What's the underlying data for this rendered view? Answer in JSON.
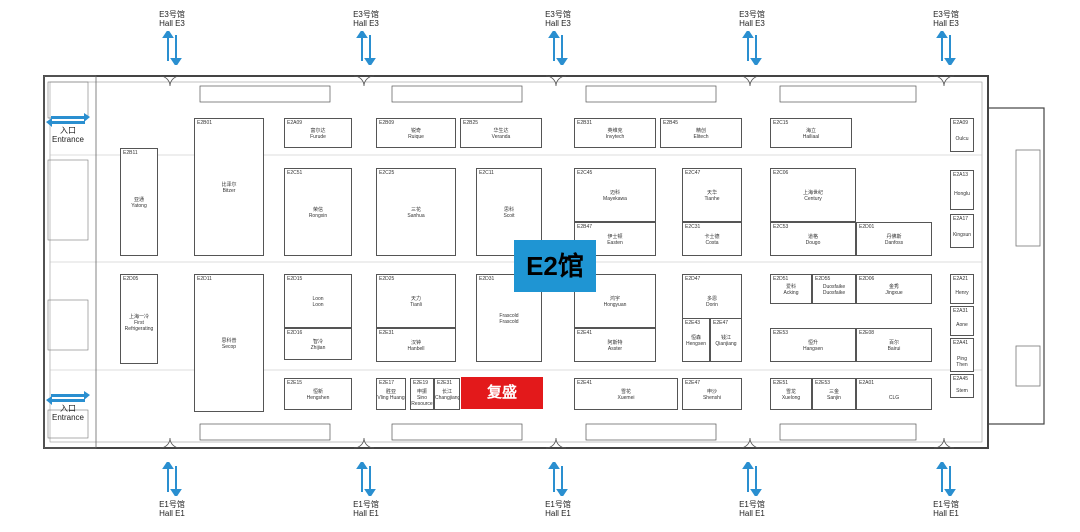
{
  "hall": {
    "title": "E2馆"
  },
  "highlight": {
    "label": "复盛"
  },
  "top_halls": [
    {
      "cn": "E3号馆",
      "en": "Hall E3"
    },
    {
      "cn": "E3号馆",
      "en": "Hall E3"
    },
    {
      "cn": "E3号馆",
      "en": "Hall E3"
    },
    {
      "cn": "E3号馆",
      "en": "Hall E3"
    },
    {
      "cn": "E3号馆",
      "en": "Hall E3"
    }
  ],
  "bottom_halls": [
    {
      "cn": "E1号馆",
      "en": "Hall E1"
    },
    {
      "cn": "E1号馆",
      "en": "Hall E1"
    },
    {
      "cn": "E1号馆",
      "en": "Hall E1"
    },
    {
      "cn": "E1号馆",
      "en": "Hall E1"
    },
    {
      "cn": "E1号馆",
      "en": "Hall E1"
    }
  ],
  "entrances": [
    {
      "cn": "入口",
      "en": "Entrance"
    },
    {
      "cn": "入口",
      "en": "Entrance"
    }
  ],
  "booths": [
    {
      "id": "E2B01",
      "cn": "比泽尔",
      "en": "Bitzer"
    },
    {
      "id": "E2B11",
      "cn": "亚通",
      "en": "Yatong"
    },
    {
      "id": "E2A09",
      "cn": "富尔达",
      "en": "Furude"
    },
    {
      "id": "E2B09",
      "cn": "锐奇",
      "en": "Ruique"
    },
    {
      "id": "E2B25",
      "cn": "华生达",
      "en": "Veranda"
    },
    {
      "id": "E2B31",
      "cn": "英维克",
      "en": "Invytech"
    },
    {
      "id": "E2B45",
      "cn": "精创",
      "en": "Elitech"
    },
    {
      "id": "E2C15",
      "cn": "海立",
      "en": "Hailiaal"
    },
    {
      "id": "E2C25",
      "cn": "三花",
      "en": "Sanhua"
    },
    {
      "id": "E2C11",
      "cn": "思科",
      "en": "Scoit"
    },
    {
      "id": "E2C45",
      "cn": "迈科",
      "en": "Mayekawa"
    },
    {
      "id": "E2C47",
      "cn": "天华",
      "en": "Tianhe"
    },
    {
      "id": "E2C06",
      "cn": "上海世纪",
      "en": "Century"
    },
    {
      "id": "E2C51",
      "cn": "荣信",
      "en": "Rongxin"
    },
    {
      "id": "E2C31",
      "cn": "卡士德",
      "en": "Costa"
    },
    {
      "id": "E2B47",
      "cn": "伊士顿",
      "en": "Easten"
    },
    {
      "id": "E2C53",
      "cn": "道格",
      "en": "Dougo"
    },
    {
      "id": "E2D01",
      "cn": "丹佛斯",
      "en": "Danfoss"
    },
    {
      "id": "E2D11",
      "cn": "思科普",
      "en": "Secop"
    },
    {
      "id": "E2D05",
      "cn": "上海一冷",
      "en": "First Refrigerating"
    },
    {
      "id": "E2D15",
      "cn": "Loon",
      "en": "Loon"
    },
    {
      "id": "E2D25",
      "cn": "天力",
      "en": "Tianli"
    },
    {
      "id": "E2D31",
      "cn": "Frascold",
      "en": "Frascold"
    },
    {
      "id": "E2D41",
      "cn": "鸿宇",
      "en": "Hongyuan"
    },
    {
      "id": "E2D47",
      "cn": "多恩",
      "en": "Dorin"
    },
    {
      "id": "E2D51",
      "cn": "爱科",
      "en": "Acking"
    },
    {
      "id": "E2D55",
      "cn": "Duosfaike",
      "en": "Duosfaike"
    },
    {
      "id": "E2D06",
      "cn": "金秀",
      "en": "Jingxue"
    },
    {
      "id": "E2D16",
      "cn": "智冷",
      "en": "Zhijian"
    },
    {
      "id": "E2E31",
      "cn": "汉钟",
      "en": "Hanbell"
    },
    {
      "id": "E2E41",
      "cn": "阿斯特",
      "en": "Asster"
    },
    {
      "id": "E2E43",
      "cn": "恒森",
      "en": "Hengsen"
    },
    {
      "id": "E2E47",
      "cn": "钱江",
      "en": "Qianjiang"
    },
    {
      "id": "E2E53",
      "cn": "恒升",
      "en": "Hangsen"
    },
    {
      "id": "E2E08",
      "cn": "百尔",
      "en": "Bairui"
    },
    {
      "id": "E2E15",
      "cn": "恒新",
      "en": "Hengshen"
    },
    {
      "id": "E2E17",
      "cn": "胜亚",
      "en": "Vling Huang"
    },
    {
      "id": "E2E19",
      "cn": "申振",
      "en": "Sino Resource"
    },
    {
      "id": "E2E31",
      "cn": "长江",
      "en": "Changjiang"
    },
    {
      "id": "E2E41",
      "cn": "雪花",
      "en": "Xuemei"
    },
    {
      "id": "E2E47",
      "cn": "申沙",
      "en": "Shenshi"
    },
    {
      "id": "E2E51",
      "cn": "雪龙",
      "en": "Xuelong"
    },
    {
      "id": "E2E53",
      "cn": "三金",
      "en": "Sanjin"
    },
    {
      "id": "E2A01",
      "cn": "",
      "en": "CLG"
    },
    {
      "id": "E2A09",
      "cn": "",
      "en": "Oulcu"
    },
    {
      "id": "E2A13",
      "cn": "",
      "en": "Honglu"
    },
    {
      "id": "E2A17",
      "cn": "",
      "en": "Kingsun"
    },
    {
      "id": "E2A21",
      "cn": "",
      "en": "Henry"
    },
    {
      "id": "E2A31",
      "cn": "",
      "en": "Aone"
    },
    {
      "id": "E2A41",
      "cn": "",
      "en": "Ping Then"
    },
    {
      "id": "E2A45",
      "cn": "",
      "en": "Stem"
    }
  ]
}
